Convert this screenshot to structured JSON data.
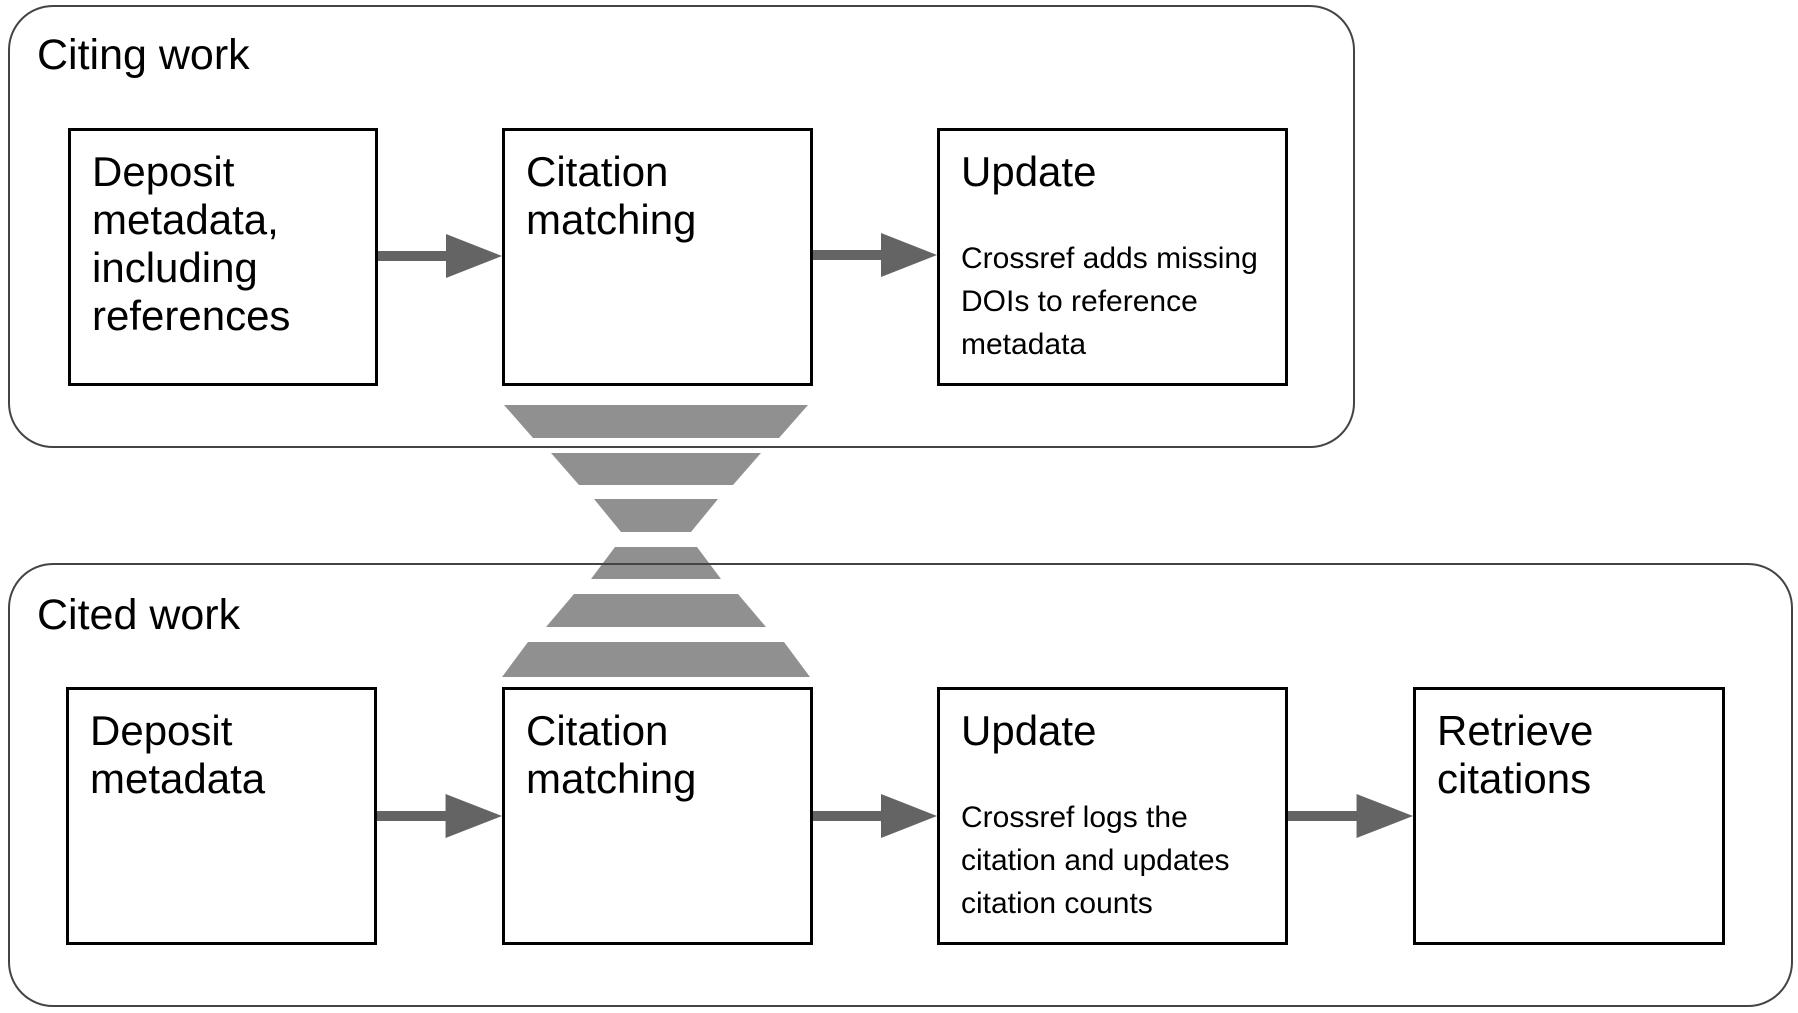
{
  "colors": {
    "background": "#ffffff",
    "text": "#000000",
    "box-border": "#000000",
    "container-border": "#444444",
    "arrow": "#646464",
    "funnel": "#909090"
  },
  "containers": {
    "citing": {
      "label": "Citing work",
      "boxes": [
        {
          "title": "Deposit metadata, including references"
        },
        {
          "title": "Citation matching"
        },
        {
          "title": "Update",
          "description": "Crossref adds missing DOIs to reference metadata"
        }
      ]
    },
    "cited": {
      "label": "Cited work",
      "boxes": [
        {
          "title": "Deposit metadata"
        },
        {
          "title": "Citation matching"
        },
        {
          "title": "Update",
          "description": "Crossref logs the citation and updates citation counts"
        },
        {
          "title": "Retrieve citations"
        }
      ]
    }
  }
}
